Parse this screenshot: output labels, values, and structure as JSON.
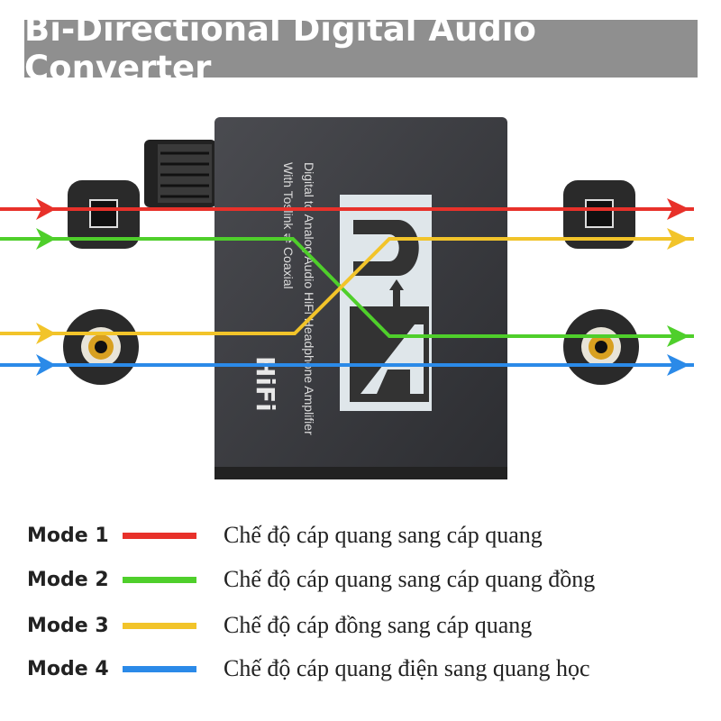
{
  "title": "Bi-Directional Digital Audio Converter",
  "device": {
    "line1": "Digital to Analog Audio HiFi Headphone Amplifier",
    "line2": "With Toslink ⇌ Coaxial",
    "logo": "D⇄A",
    "hifi": "HiFi"
  },
  "colors": {
    "mode1": "#e8312a",
    "mode2": "#4fcf2b",
    "mode3": "#f2c42a",
    "mode4": "#2b8ae8"
  },
  "legend": [
    {
      "mode": "Mode 1",
      "description": "Chế độ cáp quang sang cáp quang",
      "color": "#e8312a"
    },
    {
      "mode": "Mode 2",
      "description": "Chế độ cáp quang sang cáp quang đồng",
      "color": "#4fcf2b"
    },
    {
      "mode": "Mode 3",
      "description": "Chế độ cáp đồng sang cáp quang",
      "color": "#f2c42a"
    },
    {
      "mode": "Mode 4",
      "description": "Chế độ cáp quang điện sang quang học",
      "color": "#2b8ae8"
    }
  ]
}
